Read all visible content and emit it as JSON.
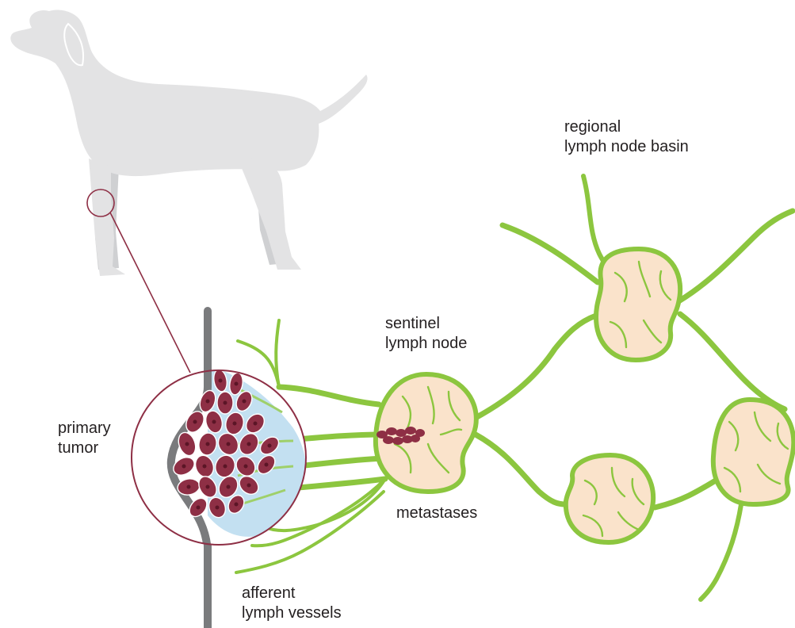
{
  "labels": {
    "regional_line1": "regional",
    "regional_line2": "lymph node basin",
    "sentinel_line1": "sentinel",
    "sentinel_line2": "lymph node",
    "primary_line1": "primary",
    "primary_line2": "tumor",
    "metastases": "metastases",
    "afferent_line1": "afferent",
    "afferent_line2": "lymph vessels"
  },
  "colors": {
    "dog_silhouette": "#e3e3e4",
    "dog_far_legs": "#cfd0d2",
    "lymph_green": "#8cc63f",
    "node_fill": "#fae3cb",
    "node_inner_lines": "#8cc63f",
    "tumor_cell": "#8e2f45",
    "tumor_nucleus": "#5b1526",
    "callout_circle": "#8e2f45",
    "skin_line": "#7a7b7d",
    "fluid_halo": "#b9dbef"
  },
  "icons": {
    "dog": "dog-silhouette-icon",
    "magnifier": "callout-magnifier-circle"
  }
}
